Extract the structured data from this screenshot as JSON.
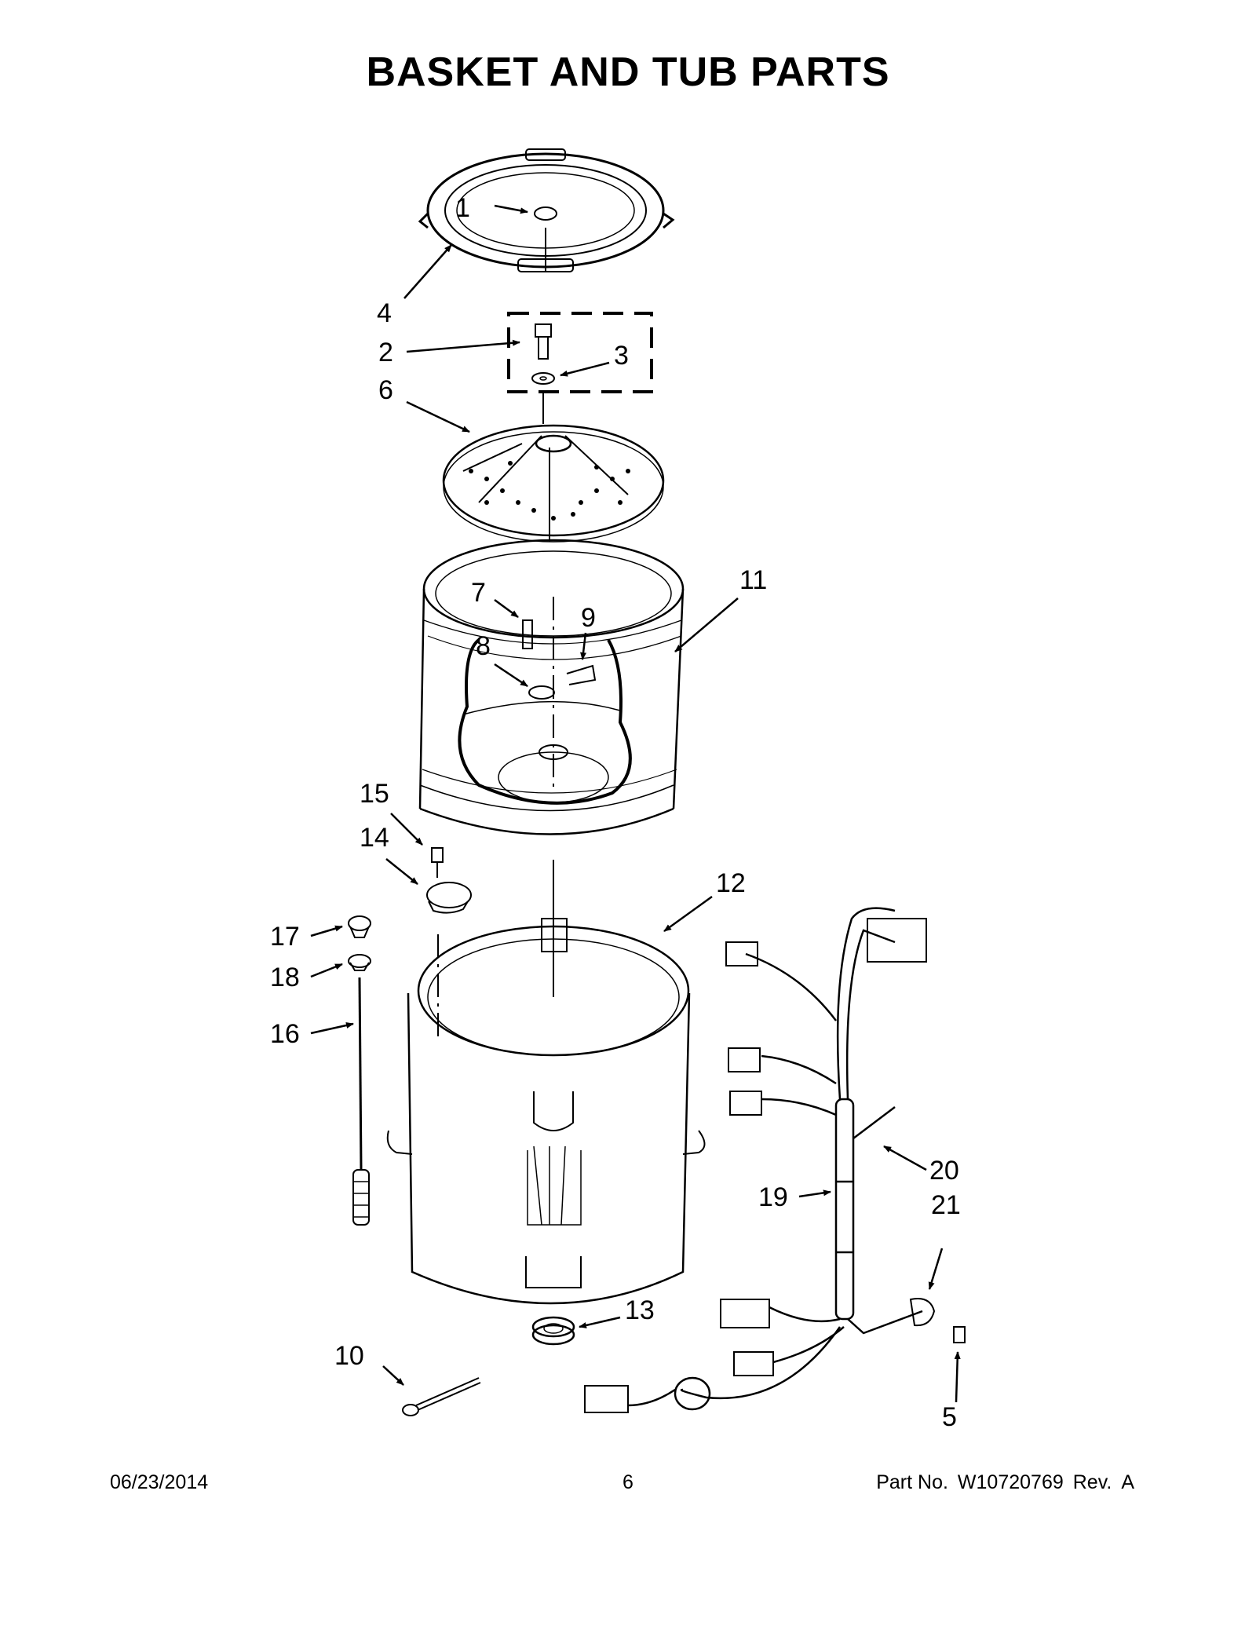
{
  "page": {
    "title": "BASKET AND TUB PARTS"
  },
  "callouts": {
    "c1": "1",
    "c2": "2",
    "c3": "3",
    "c4": "4",
    "c5": "5",
    "c6": "6",
    "c7": "7",
    "c8": "8",
    "c9": "9",
    "c10": "10",
    "c11": "11",
    "c12": "12",
    "c13": "13",
    "c14": "14",
    "c15": "15",
    "c16": "16",
    "c17": "17",
    "c18": "18",
    "c19": "19",
    "c20": "20",
    "c21": "21"
  },
  "footer": {
    "date": "06/23/2014",
    "page_number": "6",
    "part_label": "Part No.",
    "part_number": "W10720769",
    "rev_label": "Rev.",
    "rev": "A"
  }
}
